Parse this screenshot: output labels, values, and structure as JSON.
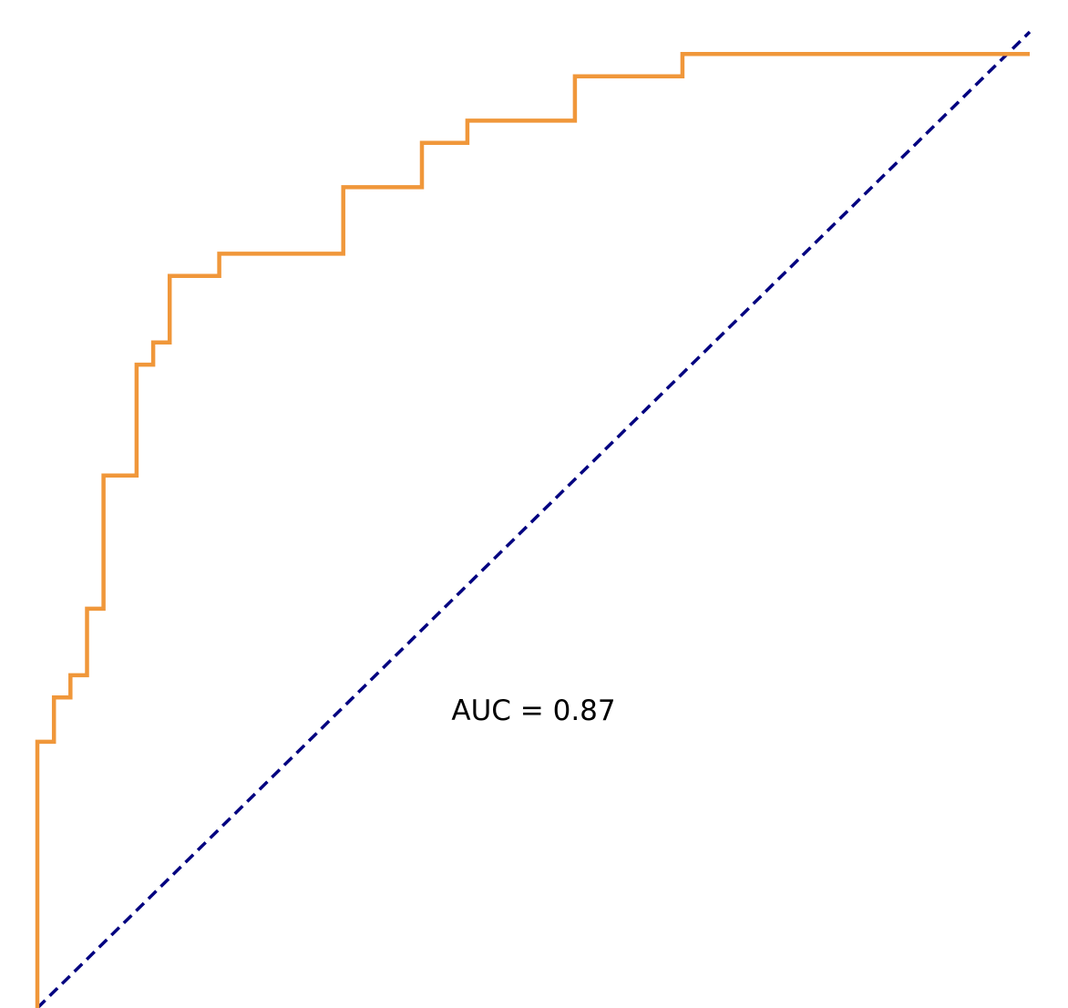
{
  "chart_data": {
    "type": "line",
    "title": "",
    "xlabel": "",
    "ylabel": "",
    "xlim": [
      0,
      1
    ],
    "ylim": [
      0,
      1
    ],
    "grid": false,
    "axes_visible": false,
    "series": [
      {
        "kind": "roc-step",
        "color": "#f0973a",
        "fpr": [
          0.0,
          0.0,
          0.0167,
          0.0167,
          0.0333,
          0.0333,
          0.05,
          0.05,
          0.0667,
          0.0667,
          0.1,
          0.1,
          0.1167,
          0.1167,
          0.1333,
          0.1333,
          0.1833,
          0.1833,
          0.3083,
          0.3083,
          0.3875,
          0.3875,
          0.4333,
          0.4333,
          0.5417,
          0.5417,
          0.65,
          0.65,
          1.0
        ],
        "tpr": [
          0.0,
          0.2727,
          0.2727,
          0.3182,
          0.3182,
          0.3409,
          0.3409,
          0.4091,
          0.4091,
          0.5455,
          0.5455,
          0.6591,
          0.6591,
          0.6818,
          0.6818,
          0.75,
          0.75,
          0.7727,
          0.7727,
          0.8409,
          0.8409,
          0.8864,
          0.8864,
          0.9091,
          0.9091,
          0.9545,
          0.9545,
          0.9773,
          0.9773
        ]
      },
      {
        "kind": "chance-diagonal",
        "color": "#000080",
        "x": [
          0,
          1
        ],
        "y": [
          0,
          1
        ]
      }
    ],
    "annotations": [
      {
        "text": "AUC = 0.87",
        "x": 0.5,
        "y": 0.295
      }
    ]
  }
}
